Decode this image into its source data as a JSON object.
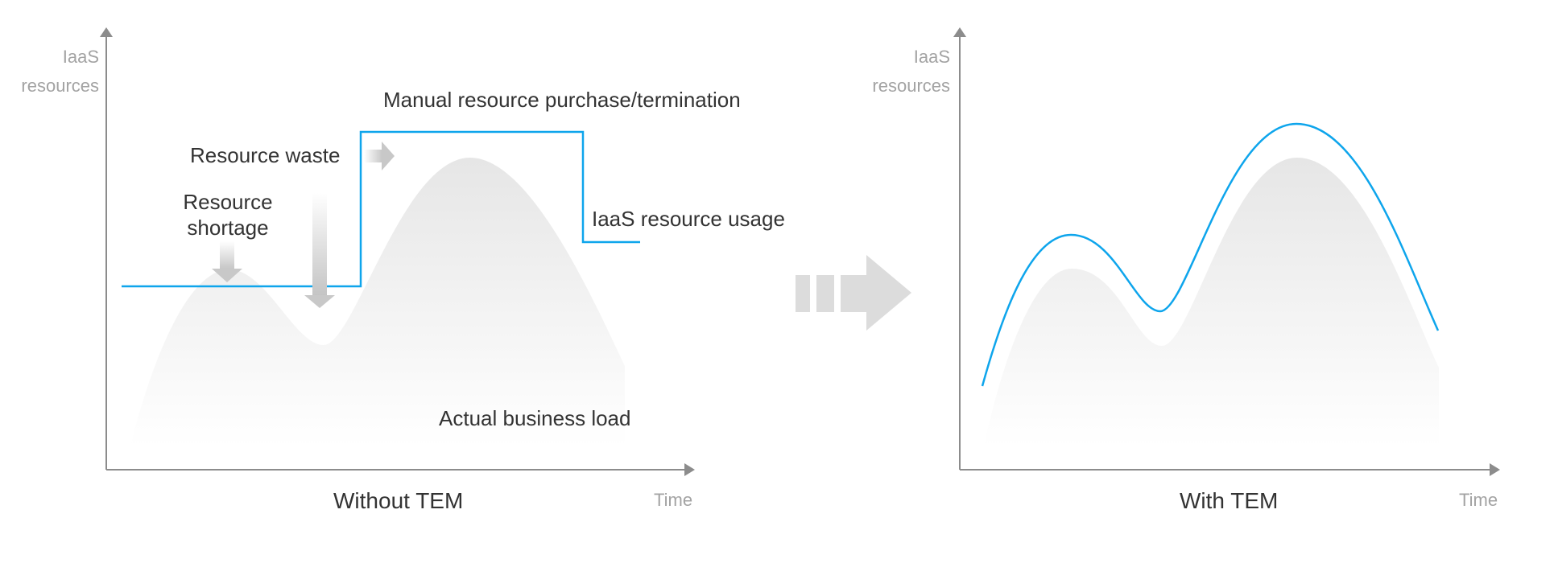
{
  "colors": {
    "axis": "#8c8c8c",
    "resource_line": "#0ea5ec",
    "load_fill_top": "#e6e6e6",
    "load_fill_bottom": "#ffffff",
    "hint_arrow": "#c8c8c8",
    "transition_arrow": "#dcdcdc",
    "axis_label": "#a3a3a3",
    "text": "#333333"
  },
  "left_panel": {
    "y_axis_label_line1": "IaaS",
    "y_axis_label_line2": "resources",
    "x_axis_label": "Time",
    "caption": "Without TEM",
    "annotations": {
      "manual": "Manual resource purchase/termination",
      "waste": "Resource waste",
      "shortage_line1": "Resource",
      "shortage_line2": "shortage",
      "usage": "IaaS resource usage",
      "load": "Actual business load"
    }
  },
  "right_panel": {
    "y_axis_label_line1": "IaaS",
    "y_axis_label_line2": "resources",
    "x_axis_label": "Time",
    "caption": "With TEM"
  },
  "transition_arrow": {
    "icon": "right-arrow-icon"
  },
  "chart_data": [
    {
      "type": "area",
      "title": "Without TEM",
      "xlabel": "Time",
      "ylabel": "IaaS resources",
      "grid": false,
      "series": [
        {
          "name": "Actual business load",
          "style": "gray gradient area",
          "shape": "two peaks: small peak, valley, large peak"
        },
        {
          "name": "IaaS resource usage",
          "style": "blue step line",
          "shape": "flat low, step up (manual purchase), flat high, step down (manual termination)"
        }
      ],
      "annotations": [
        "Manual resource purchase/termination",
        "Resource waste",
        "Resource shortage",
        "IaaS resource usage",
        "Actual business load"
      ]
    },
    {
      "type": "area",
      "title": "With TEM",
      "xlabel": "Time",
      "ylabel": "IaaS resources",
      "grid": false,
      "series": [
        {
          "name": "Actual business load",
          "style": "gray gradient area",
          "shape": "two peaks"
        },
        {
          "name": "IaaS resource usage",
          "style": "blue smooth line",
          "shape": "tracks load curve slightly above it"
        }
      ]
    }
  ]
}
